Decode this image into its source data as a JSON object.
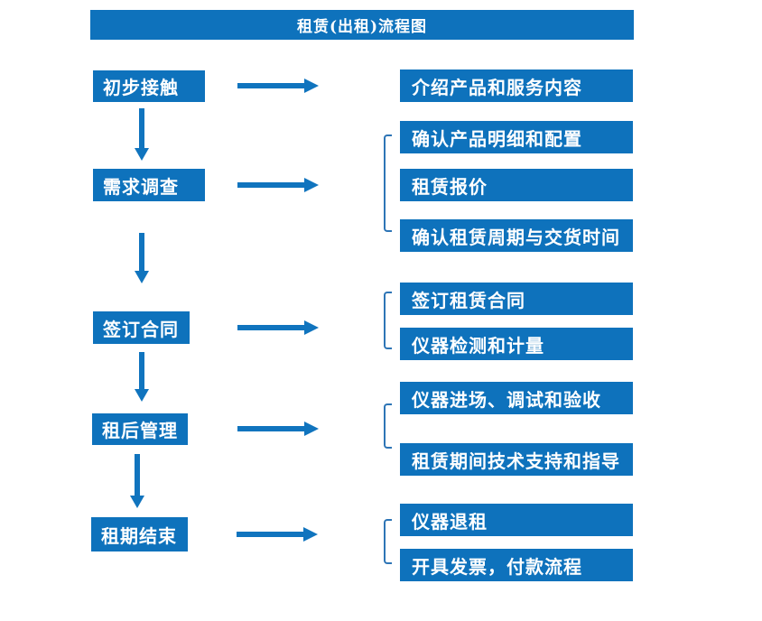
{
  "title": "租赁(出租)流程图",
  "colors": {
    "box_blue": "#0E72BC",
    "arrow_blue": "#1074BE",
    "bracket_blue": "#2E75B6",
    "text_white": "#FFFFFF"
  },
  "flow": [
    {
      "stage": "初步接触",
      "outputs": [
        "介绍产品和服务内容"
      ]
    },
    {
      "stage": "需求调查",
      "outputs": [
        "确认产品明细和配置",
        "租赁报价",
        "确认租赁周期与交货时间"
      ]
    },
    {
      "stage": "签订合同",
      "outputs": [
        "签订租赁合同",
        "仪器检测和计量"
      ]
    },
    {
      "stage": "租后管理",
      "outputs": [
        "仪器进场、调试和验收",
        "租赁期间技术支持和指导"
      ]
    },
    {
      "stage": "租期结束",
      "outputs": [
        "仪器退租",
        "开具发票，付款流程"
      ]
    }
  ]
}
